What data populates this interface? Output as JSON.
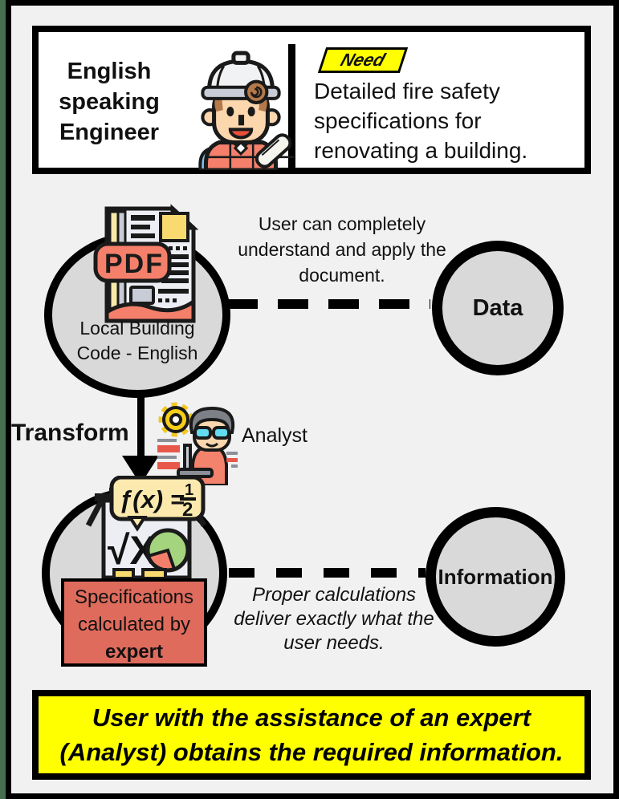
{
  "page": {
    "background": "#f1f1f2",
    "edge_strip_color": "#47714e",
    "frame_color": "#000000",
    "circle_fill": "#d9d9d9"
  },
  "header_box": {
    "title": "English speaking Engineer",
    "need_badge": "Need",
    "need_text": "Detailed fire safety specifications for renovating a building.",
    "badge_bg": "#ffff00"
  },
  "data_row": {
    "source_label": "Local Building Code - English",
    "annotation": "User can completely understand and apply the document.",
    "node_label": "Data"
  },
  "transform_row": {
    "transform_label": "Transform",
    "actor_label": "Analyst"
  },
  "information_row": {
    "result_text_main": "Specifications calculated by",
    "result_text_bold": "expert",
    "result_box_color": "#df6b5d",
    "annotation": "Proper calculations deliver exactly what the user needs.",
    "node_label": "Information"
  },
  "footer_box": {
    "text": "User with the assistance of an expert (Analyst) obtains the required information."
  },
  "icons": {
    "pdf_badge_label": "PDF",
    "formula_lhs": "ƒ(x) =",
    "formula_numerator": "1",
    "formula_denominator": "2",
    "sqrt_label": "√X"
  }
}
